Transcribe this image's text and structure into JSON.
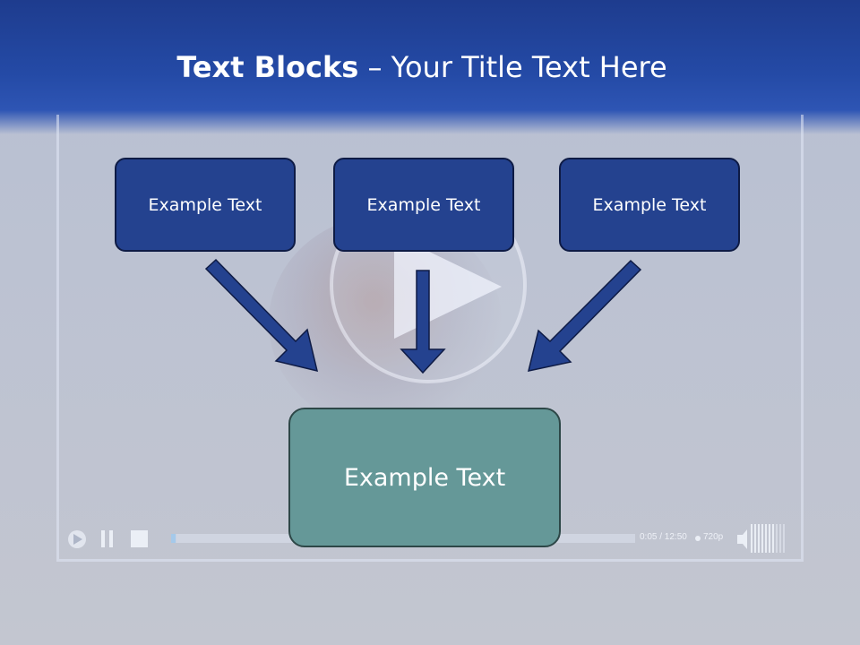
{
  "slide": {
    "title_bold": "Text Blocks",
    "title_dash": " – ",
    "title_rest": "Your Title Text Here"
  },
  "blocks": [
    {
      "label": "Example Text"
    },
    {
      "label": "Example Text"
    },
    {
      "label": "Example Text"
    }
  ],
  "main_block": {
    "label": "Example Text"
  },
  "player": {
    "time": "0:05 / 12:50",
    "quality": "720p",
    "progress": 0.01
  },
  "colors": {
    "header": "#244aa6",
    "block_fill": "#24428f",
    "main_fill": "#659898",
    "arrow": "#24428f"
  }
}
